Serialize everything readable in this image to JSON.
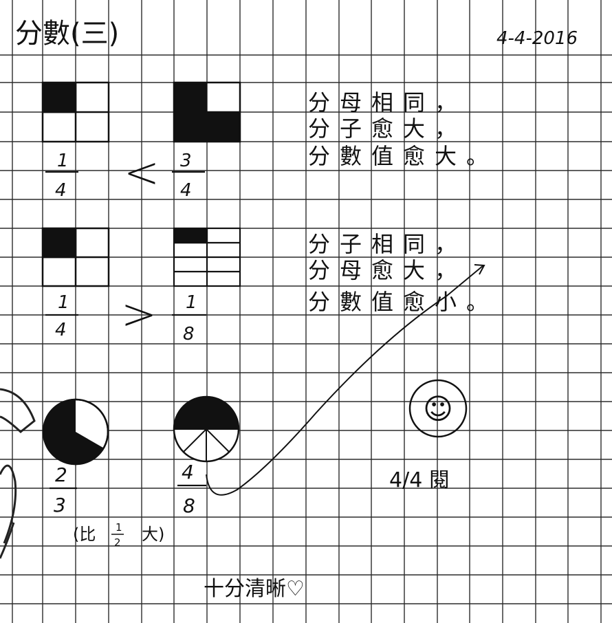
{
  "title": "分數(三)",
  "date": "4-4-2016",
  "comparisons": [
    {
      "left": {
        "numerator": "1",
        "denominator": "4"
      },
      "symbol": "<",
      "right": {
        "numerator": "3",
        "denominator": "4"
      }
    },
    {
      "left": {
        "numerator": "1",
        "denominator": "4"
      },
      "symbol": ">",
      "right": {
        "numerator": "1",
        "denominator": "8"
      }
    },
    {
      "left": {
        "numerator": "2",
        "denominator": "3"
      },
      "right": {
        "numerator": "4",
        "denominator": "8"
      }
    }
  ],
  "note": {
    "prefix": "(比",
    "frac_num": "1",
    "frac_den": "2",
    "suffix": "大)"
  },
  "rule1": {
    "line1": "分母相同，",
    "line2": "分子愈大，",
    "line3": "分數值愈大。"
  },
  "rule2": {
    "line1": "分子相同，",
    "line2": "分母愈大，",
    "line3": "分數值愈小。"
  },
  "teacher": {
    "smiley": "☺",
    "check": "4/4 閱",
    "praise": "十分清晰♡"
  }
}
